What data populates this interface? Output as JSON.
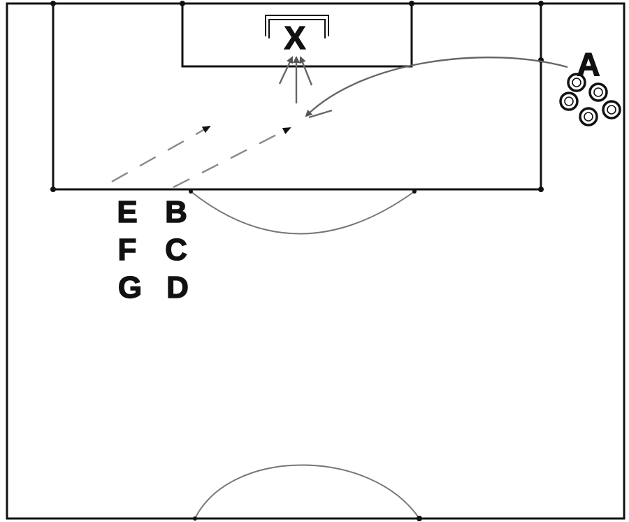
{
  "diagram": {
    "player_labels": {
      "x": "X",
      "a": "A",
      "b": "B",
      "c": "C",
      "d": "D",
      "e": "E",
      "f": "F",
      "g": "G"
    },
    "ball_count": 5,
    "colors": {
      "lines": "#111111",
      "movement": "#777777",
      "background": "#ffffff"
    }
  }
}
